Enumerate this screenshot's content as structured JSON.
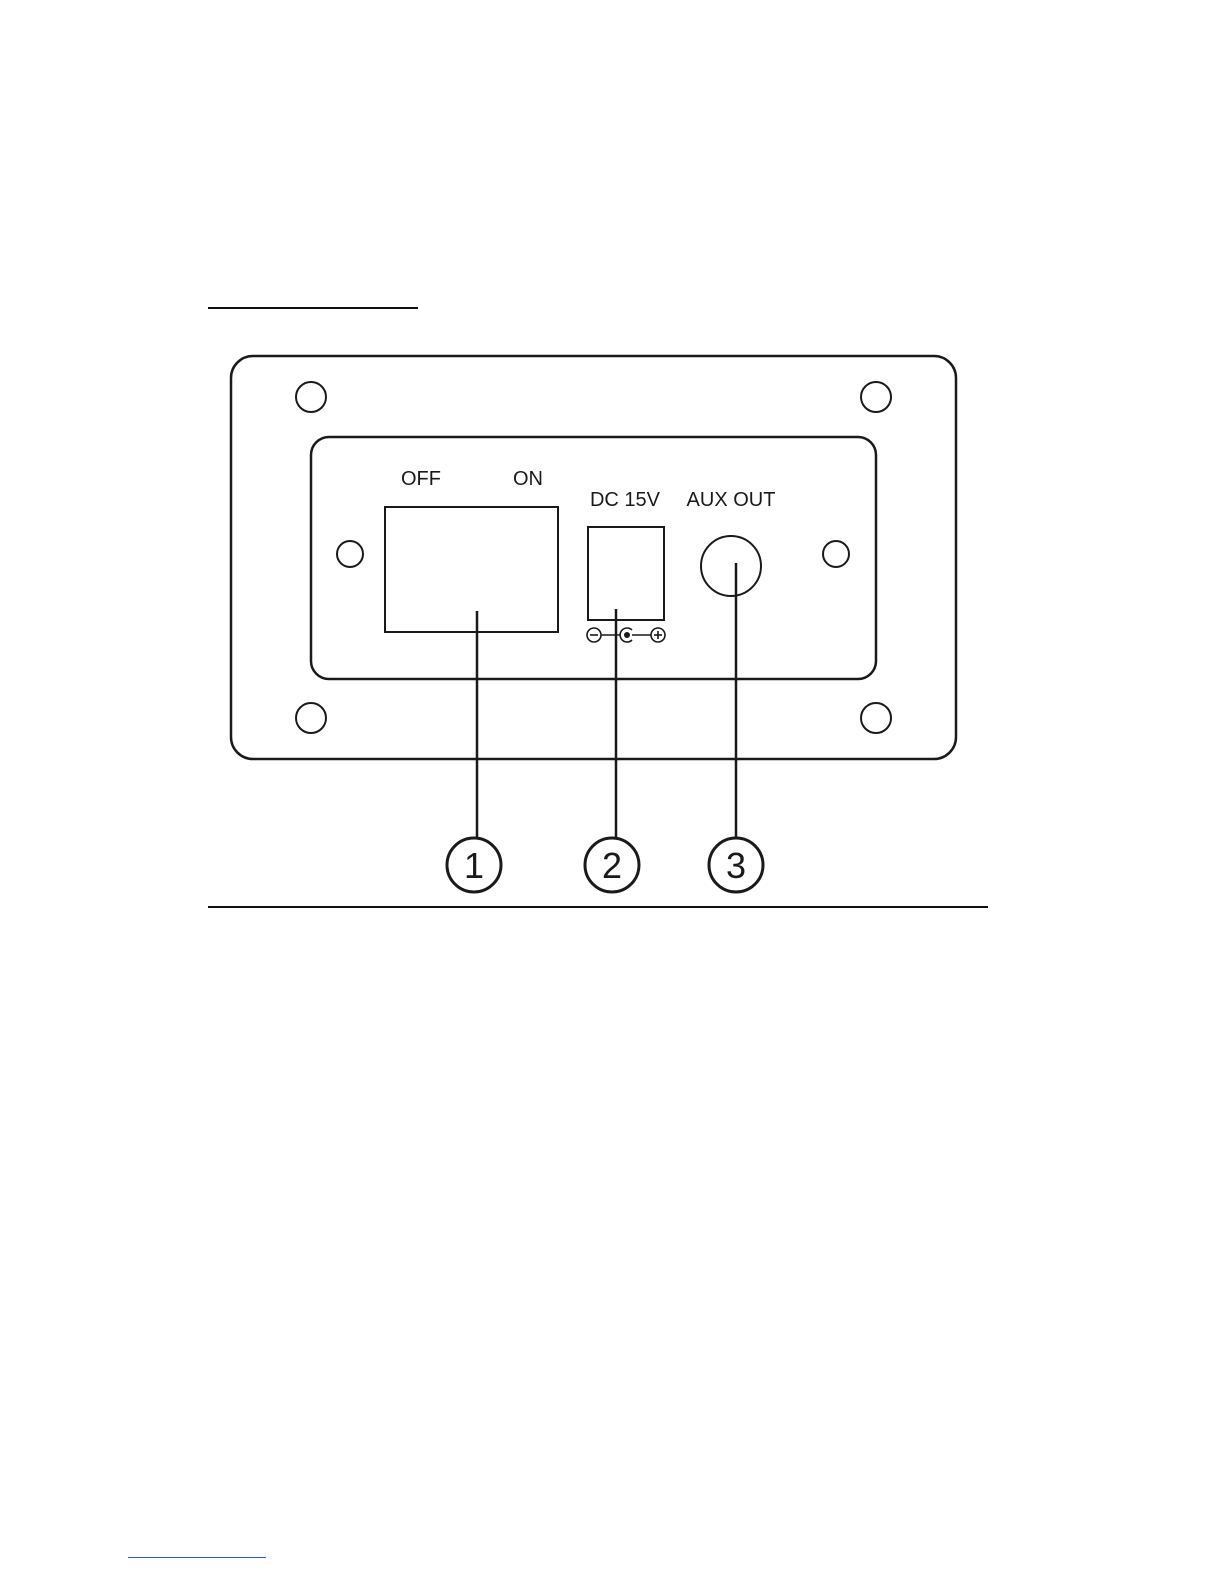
{
  "panel": {
    "switch_off_label": "OFF",
    "switch_on_label": "ON",
    "dc_label": "DC 15V",
    "aux_label": "AUX OUT",
    "polarity_icon": "dc-polarity-icon"
  },
  "callouts": [
    {
      "number": "1"
    },
    {
      "number": "2"
    },
    {
      "number": "3"
    }
  ],
  "colors": {
    "line": "#1a1a1a",
    "panel_fill": "#ffffff",
    "background": "#ffffff"
  }
}
